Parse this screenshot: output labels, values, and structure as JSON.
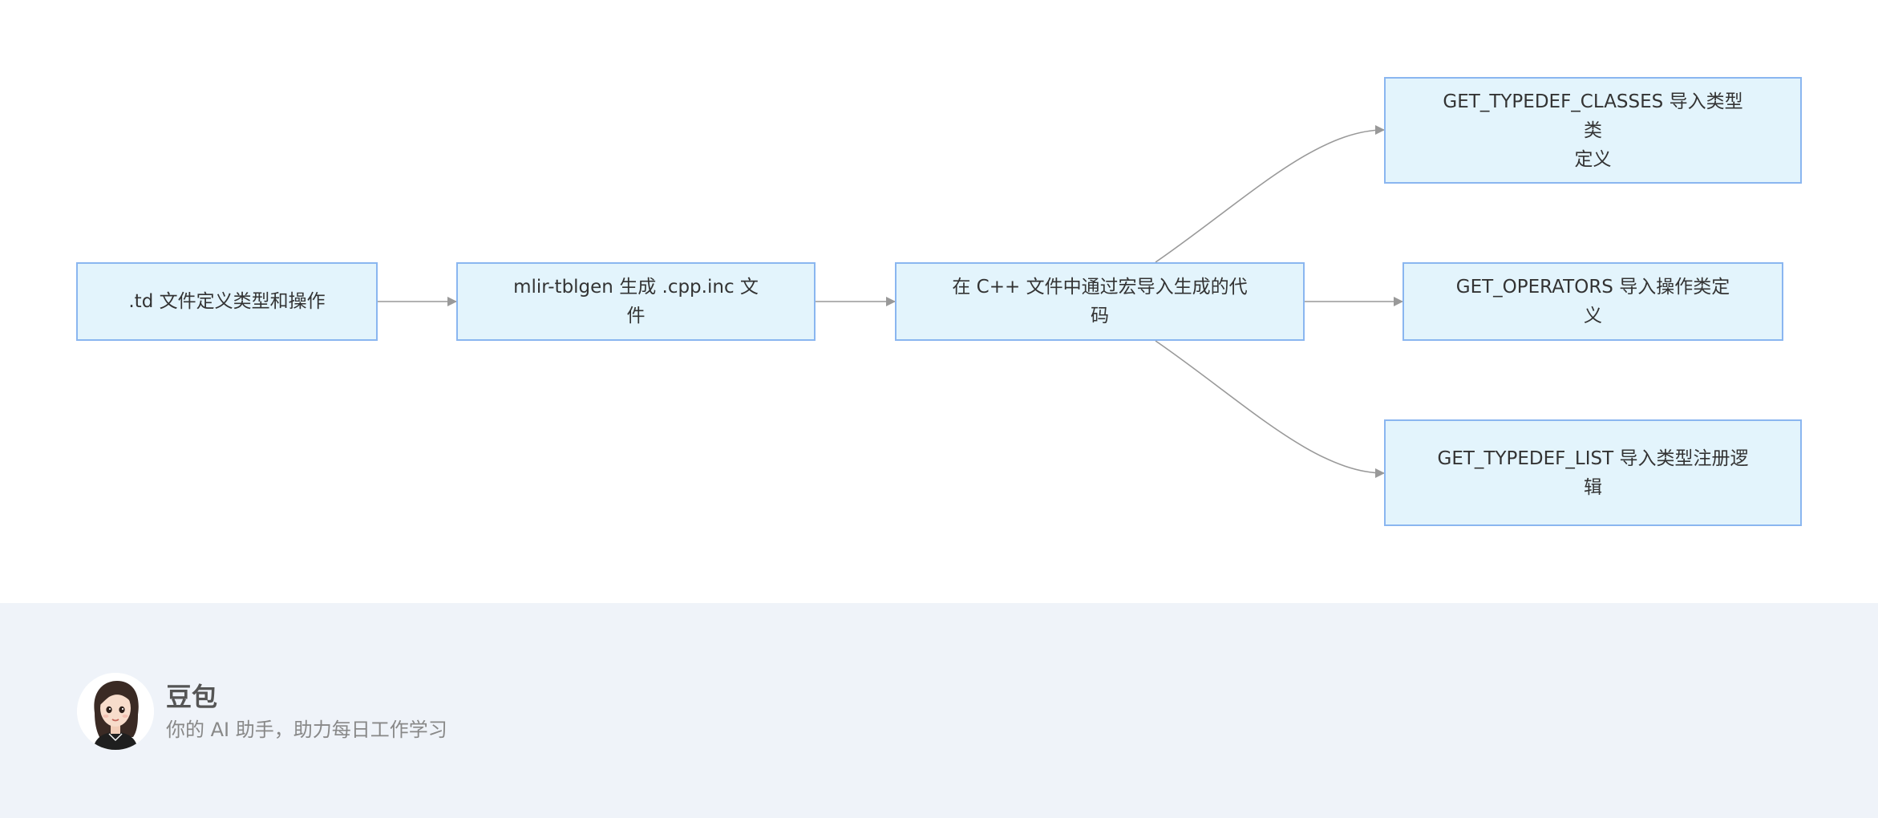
{
  "diagram": {
    "nodes": [
      {
        "id": "n1",
        "label": ".td 文件定义类型和操作"
      },
      {
        "id": "n2",
        "label": "mlir-tblgen 生成 .cpp.inc 文件"
      },
      {
        "id": "n3",
        "label": "在 C++ 文件中通过宏导入生成的代码"
      },
      {
        "id": "n4",
        "label_line1": "GET_TYPEDEF_CLASSES 导入类型类",
        "label_line2": "定义"
      },
      {
        "id": "n5",
        "label": "GET_OPERATORS 导入操作类定义"
      },
      {
        "id": "n6",
        "label_line1": "GET_TYPEDEF_LIST 导入类型注册逻",
        "label_line2": "辑"
      }
    ],
    "edges": [
      {
        "from": "n1",
        "to": "n2"
      },
      {
        "from": "n2",
        "to": "n3"
      },
      {
        "from": "n3",
        "to": "n4"
      },
      {
        "from": "n3",
        "to": "n5"
      },
      {
        "from": "n3",
        "to": "n6"
      }
    ],
    "colors": {
      "node_fill": "#e3f4fc",
      "node_border": "#8ab6f0",
      "edge": "#999999"
    }
  },
  "footer": {
    "name": "豆包",
    "tagline": "你的 AI 助手，助力每日工作学习"
  }
}
